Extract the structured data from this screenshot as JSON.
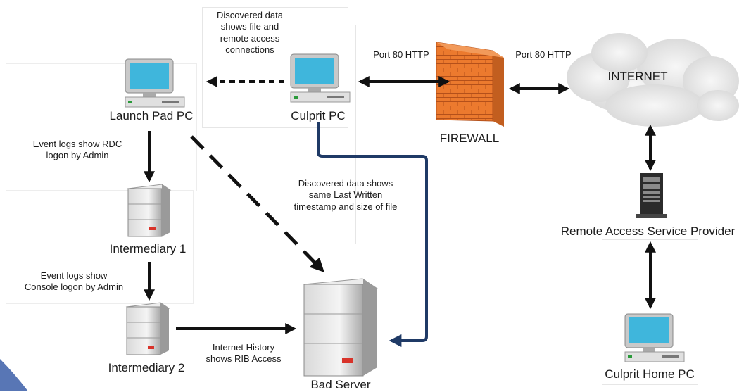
{
  "nodes": {
    "launch_pad_pc": "Launch Pad PC",
    "culprit_pc": "Culprit PC",
    "firewall": "FIREWALL",
    "internet": "INTERNET",
    "intermediary_1": "Intermediary 1",
    "intermediary_2": "Intermediary 2",
    "bad_server": "Bad Server",
    "remote_access_provider": "Remote Access Service Provider",
    "culprit_home_pc": "Culprit Home PC"
  },
  "edge_labels": {
    "discovered_file_remote": [
      "Discovered data",
      "shows file and",
      "remote access",
      "connections"
    ],
    "port80_left": "Port 80 HTTP",
    "port80_right": "Port 80 HTTP",
    "event_logs_rdc": [
      "Event logs show RDC",
      "logon by Admin"
    ],
    "event_logs_console": [
      "Event logs show",
      "Console logon by Admin"
    ],
    "discovered_timestamp": [
      "Discovered data shows",
      "same Last Written",
      "timestamp and size of file"
    ],
    "internet_history": [
      "Internet History",
      "shows RIB Access"
    ]
  },
  "colors": {
    "arrow": "#111111",
    "blue_link": "#1f3a66",
    "firewall_brick": "#e8742a",
    "monitor_screen": "#3fb6dc"
  }
}
